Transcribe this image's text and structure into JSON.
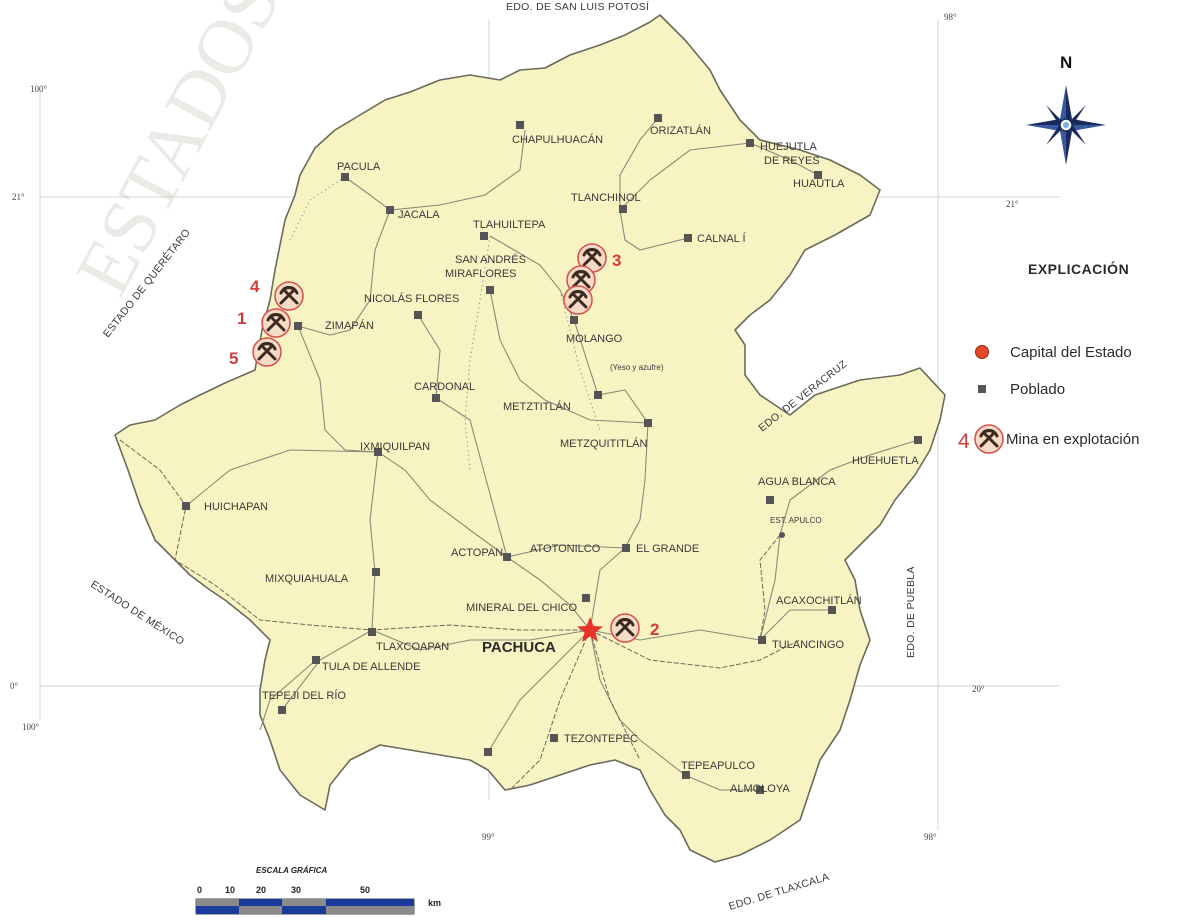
{
  "borders": {
    "north": "EDO. DE SAN LUIS POTOSÍ",
    "west_upper": "ESTADO DE QUERÉTARO",
    "west_lower": "ESTADO DE MÉXICO",
    "east_upper": "EDO. DE VERACRUZ",
    "east_lower": "EDO. DE PUEBLA",
    "south": "EDO. DE TLAXCALA"
  },
  "coordinates": {
    "lon_100_top": "100°",
    "lon_100_bottom": "100°",
    "lon_99_bottom": "99°",
    "lon_98_top": "98°",
    "lon_98_bottom": "98°",
    "lat_21_left": "21°",
    "lat_21_right": "21°",
    "lat_20_left": "0°",
    "lat_20_right": "20°"
  },
  "towns": {
    "chapulhuacan": "CHAPULHUACÁN",
    "orizatlan": "ORIZATLÁN",
    "huejutla_1": "HUEJUTLA",
    "huejutla_2": "DE REYES",
    "huautla": "HUAUTLA",
    "pacula": "PACULA",
    "jacala": "JACALA",
    "tlanchinol": "TLANCHINOL",
    "tlahuiltepa": "TLAHUILTEPA",
    "calnali": "CALNAL Í",
    "san_andres_1": "SAN ANDRÉS",
    "san_andres_2": "MIRAFLORES",
    "nicolas_flores": "NICOLÁS FLORES",
    "zimapan": "ZIMAPÁN",
    "molango": "MOLANGO",
    "yeso": "(Yeso y azufre)",
    "cardonal": "CARDONAL",
    "metztitlan": "METZTITLÁN",
    "metzquititlan": "METZQUITITLÁN",
    "ixmiquilpan": "IXMIQUILPAN",
    "huehuetla": "HUEHUETLA",
    "agua_blanca": "AGUA BLANCA",
    "est_apulco": "EST. APULCO",
    "huichapan": "HUICHAPAN",
    "actopan": "ACTOPAN",
    "atotonilco": "ATOTONILCO",
    "el_grande": "EL GRANDE",
    "mixquiahuala": "MIXQUIAHUALA",
    "acaxochitlan": "ACAXOCHITLÁN",
    "mineral_del_chico": "MINERAL DEL CHICO",
    "tlaxcoapan": "TLAXCOAPAN",
    "tulancingo": "TULANCINGO",
    "tula": "TULA DE ALLENDE",
    "tepeji": "TEPEJI DEL RÍO",
    "tezontepec": "TEZONTEPEC",
    "tepeapulco": "TEPEAPULCO",
    "almoloya": "ALMOLOYA"
  },
  "capital": {
    "label": "PACHUCA"
  },
  "mines": [
    {
      "number": "1"
    },
    {
      "number": "2"
    },
    {
      "number": "3"
    },
    {
      "number": "4"
    },
    {
      "number": "5"
    }
  ],
  "compass": {
    "label": "N"
  },
  "legend": {
    "title": "EXPLICACIÓN",
    "capital": "Capital del Estado",
    "town": "Poblado",
    "mine_number": "4",
    "mine": "Mina en explotación"
  },
  "scale": {
    "title": "ESCALA GRÁFICA",
    "ticks": [
      "0",
      "10",
      "20",
      "30",
      "50"
    ],
    "unit": "km"
  },
  "watermark": {
    "text": "ESTADOS UNIDOS MEXICANOS"
  },
  "colors": {
    "land": "#f8f3c2",
    "land_outline": "#6b6b5a",
    "road": "#8a8a7a",
    "town_marker": "#555555",
    "capital_star": "#e8322a",
    "mine_ring": "#d9534f",
    "mine_fill": "#f6dcc6",
    "legend_capital": "#e2482a",
    "compass_dark": "#1a2a5c",
    "compass_light": "#ffffff",
    "scale_blue": "#1a3a9c",
    "scale_grey": "#8a8a8a"
  }
}
